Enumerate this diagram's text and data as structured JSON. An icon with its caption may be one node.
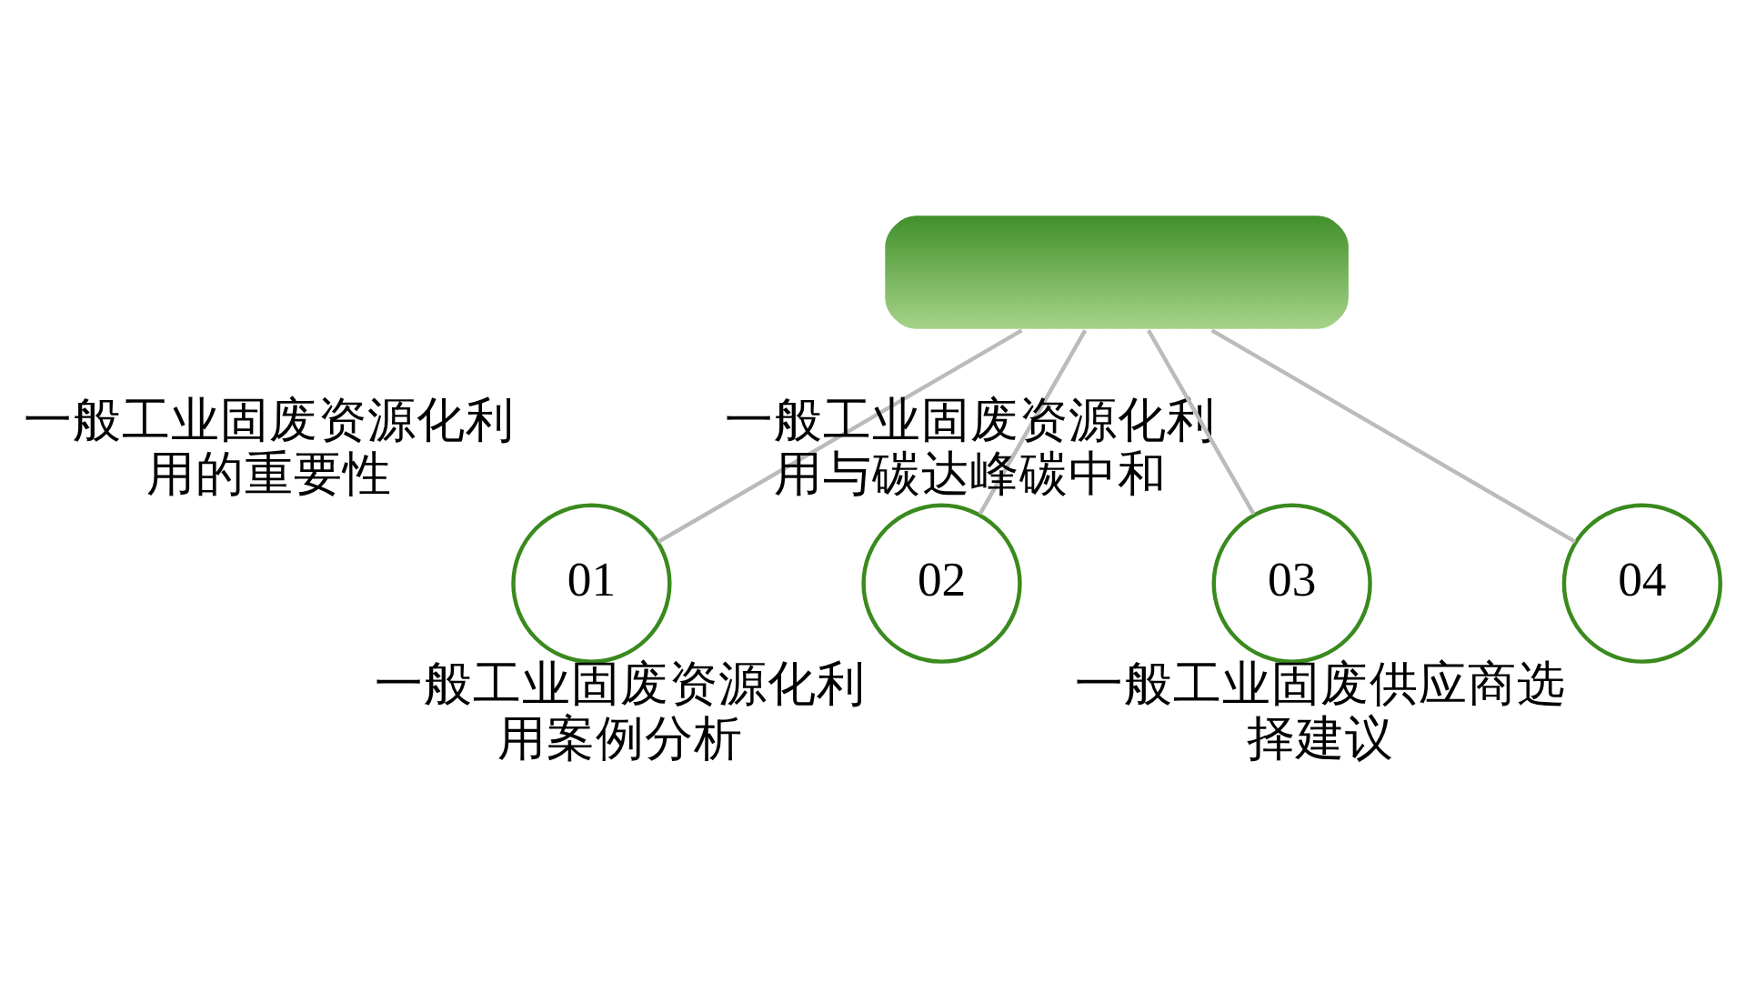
{
  "diagram": {
    "nodes": [
      {
        "text": [],
        "shape": "box"
      },
      {
        "text": [
          "01"
        ],
        "beside": [
          "一般工业固废资源化利用的重要性"
        ]
      },
      {
        "text": [
          "02"
        ],
        "beside": [
          "一般工业固废资源化利用案例分析"
        ]
      },
      {
        "text": [
          "03"
        ],
        "beside": [
          "一般工业固废资源化利用与碳达峰碳中和"
        ]
      },
      {
        "text": [
          "04"
        ],
        "beside": [
          "一般工业固废供应商选择建议"
        ]
      }
    ],
    "edges": [
      {
        "from": 0,
        "to": 1,
        "arrow": "none"
      },
      {
        "from": 0,
        "to": 2,
        "arrow": "none"
      },
      {
        "from": 0,
        "to": 3,
        "arrow": "none"
      },
      {
        "from": 0,
        "to": 4,
        "arrow": "none"
      }
    ]
  }
}
